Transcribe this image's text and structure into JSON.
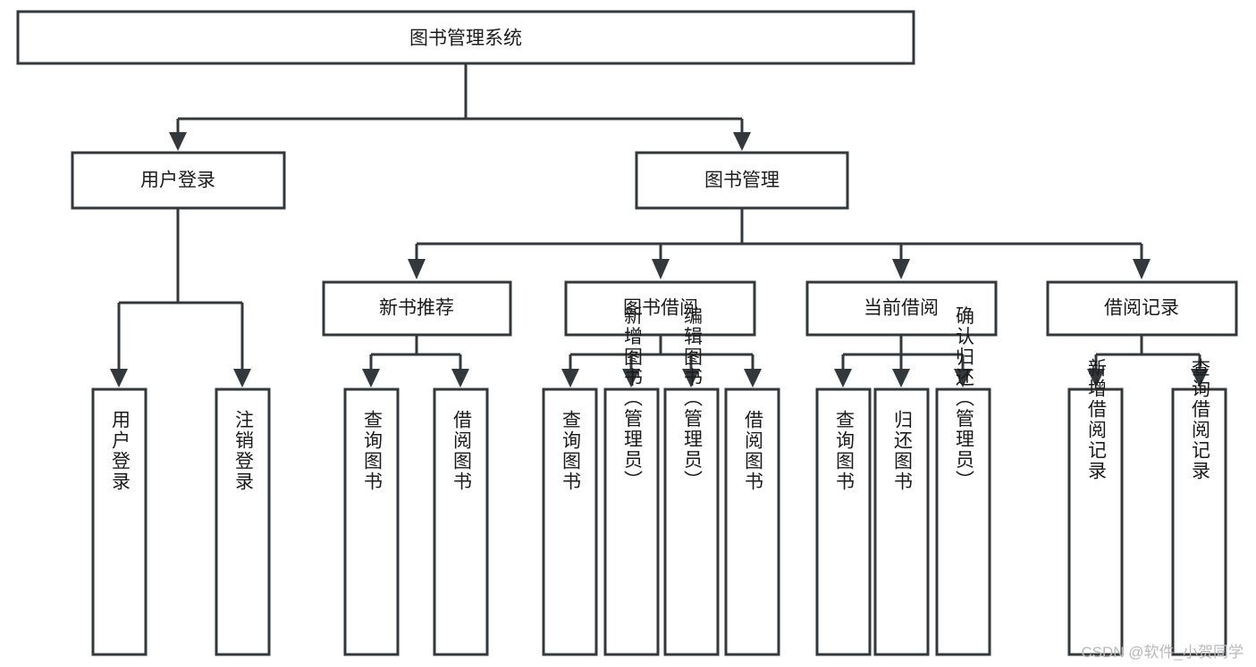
{
  "diagram": {
    "type": "tree-hierarchy-flowchart",
    "title": "图书管理系统",
    "orientation": "top-down",
    "root": {
      "id": "root",
      "label": "图书管理系统",
      "level": 0
    },
    "level1": [
      {
        "id": "user-login",
        "label": "用户登录",
        "level": 1
      },
      {
        "id": "book-management",
        "label": "图书管理",
        "level": 1
      }
    ],
    "level2": [
      {
        "id": "new-book-recommend",
        "label": "新书推荐",
        "level": 2,
        "parent": "book-management"
      },
      {
        "id": "book-borrow",
        "label": "图书借阅",
        "level": 2,
        "parent": "book-management"
      },
      {
        "id": "current-borrow",
        "label": "当前借阅",
        "level": 2,
        "parent": "book-management"
      },
      {
        "id": "borrow-record",
        "label": "借阅记录",
        "level": 2,
        "parent": "book-management"
      }
    ],
    "leaves": [
      {
        "id": "leaf-user-login",
        "label": "用户登录",
        "parent": "user-login"
      },
      {
        "id": "leaf-logout-login",
        "label": "注销登录",
        "parent": "user-login"
      },
      {
        "id": "leaf-query-book-1",
        "label": "查询图书",
        "parent": "new-book-recommend"
      },
      {
        "id": "leaf-borrow-book-1",
        "label": "借阅图书",
        "parent": "new-book-recommend"
      },
      {
        "id": "leaf-query-book-2",
        "label": "查询图书",
        "parent": "book-borrow"
      },
      {
        "id": "leaf-add-book",
        "label": "新增图书（管理员）",
        "parent": "book-borrow"
      },
      {
        "id": "leaf-edit-book",
        "label": "编辑图书（管理员）",
        "parent": "book-borrow"
      },
      {
        "id": "leaf-borrow-book-2",
        "label": "借阅图书",
        "parent": "book-borrow"
      },
      {
        "id": "leaf-query-book-3",
        "label": "查询图书",
        "parent": "current-borrow"
      },
      {
        "id": "leaf-return-book",
        "label": "归还图书",
        "parent": "current-borrow"
      },
      {
        "id": "leaf-confirm-return",
        "label": "确认归还（管理员）",
        "parent": "current-borrow"
      },
      {
        "id": "leaf-add-borrow-record",
        "label": "新增借阅记录",
        "parent": "borrow-record"
      },
      {
        "id": "leaf-query-borrow-record",
        "label": "查询借阅记录",
        "parent": "borrow-record"
      }
    ]
  },
  "watermark": {
    "text": "CSDN @软件_小贺同学"
  },
  "colors": {
    "box_stroke": "#33383d",
    "box_fill": "#ffffff",
    "text": "#1b1b1b",
    "connector": "#33383d",
    "background": "#ffffff",
    "watermark": "#b9b9b9"
  }
}
